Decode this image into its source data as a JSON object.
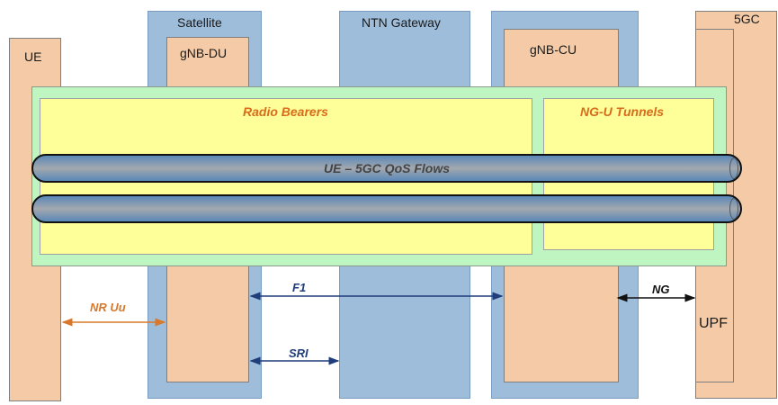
{
  "nodes": {
    "ue": {
      "label": "UE"
    },
    "satellite": {
      "label": "Satellite"
    },
    "gnb_du": {
      "label": "gNB-DU"
    },
    "ntn_gateway": {
      "label": "NTN Gateway"
    },
    "gnb_cu": {
      "label": "gNB-CU"
    },
    "core": {
      "label": "5GC"
    },
    "upf": {
      "label": "UPF"
    }
  },
  "areas": {
    "radio_bearers": "Radio Bearers",
    "ngu_tunnels": "NG-U Tunnels"
  },
  "flows": {
    "label": "UE – 5GC QoS Flows",
    "count": 2
  },
  "links": {
    "nr_uu": {
      "label": "NR Uu",
      "color": "#d9782a"
    },
    "f1": {
      "label": "F1",
      "color": "#1f3d7a"
    },
    "sri": {
      "label": "SRI",
      "color": "#1f3d7a"
    },
    "ng": {
      "label": "NG",
      "color": "#111111"
    }
  },
  "colors": {
    "network_function": "#f4cba6",
    "satellite_gateway": "#9dbddb",
    "bearer_area": "#ffff99",
    "outer_area": "#bff5c0"
  }
}
